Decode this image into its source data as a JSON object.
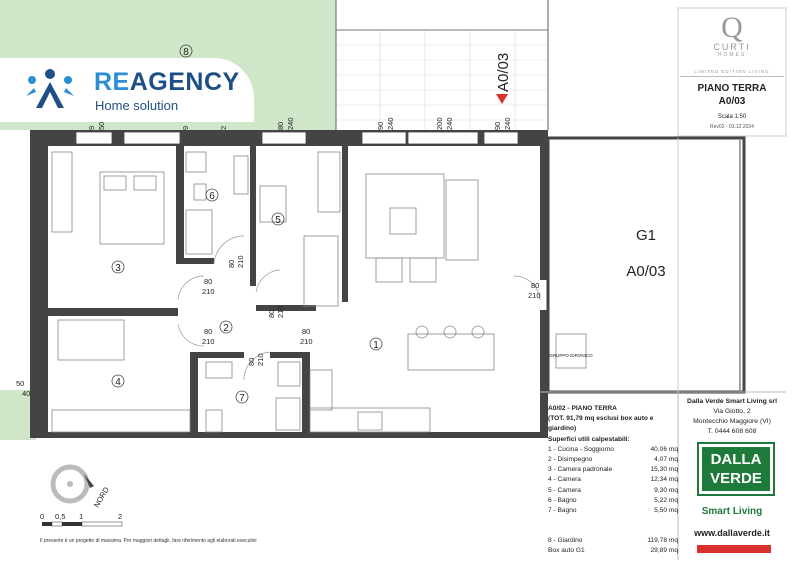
{
  "agency": {
    "brand_prefix": "RE",
    "brand_suffix": "AGENCY",
    "tagline": "Home solution"
  },
  "curti_logo": {
    "letter": "Q",
    "name": "CURTI",
    "sub": "HOMES",
    "caption": "LIMITED EDITION LIVING"
  },
  "title_block": {
    "floor": "PIANO TERRA",
    "unit": "A0/03",
    "scale": "Scala 1:50",
    "revision": "Rev02 - 03.12.2024"
  },
  "unit_arrow_label": "A0/03",
  "garage": {
    "name": "G1",
    "unit": "A0/03"
  },
  "rooms": [
    "1",
    "2",
    "3",
    "4",
    "5",
    "6",
    "7",
    "8"
  ],
  "fixture_label": "GRUPPO IDRONICO",
  "dimensions": {
    "top": [
      "9",
      "50",
      "9",
      "2",
      "80",
      "240",
      "90",
      "240",
      "200",
      "240",
      "90",
      "240"
    ],
    "doors": [
      "80",
      "210",
      "80",
      "210",
      "80",
      "210",
      "80",
      "210",
      "80",
      "210",
      "80",
      "210",
      "80",
      "210"
    ],
    "left": [
      "50",
      "40"
    ]
  },
  "legend": {
    "title": "A0/02 - PIANO TERRA",
    "total": "(TOT. 91,79 mq esclusi box auto e giardino)",
    "subtitle": "Superfici utili calpestabili:",
    "rows": [
      {
        "name": "1 - Cucina - Soggiorno",
        "value": "40,06 mq"
      },
      {
        "name": "2 - Disimpegno",
        "value": "4,07 mq"
      },
      {
        "name": "3 - Camera padronale",
        "value": "15,30 mq"
      },
      {
        "name": "4 - Camera",
        "value": "12,34 mq"
      },
      {
        "name": "5 - Camera",
        "value": "9,30 mq"
      },
      {
        "name": "6 - Bagno",
        "value": "5,22 mq"
      },
      {
        "name": "7 - Bagno",
        "value": "5,50 mq"
      }
    ],
    "extra": [
      {
        "name": "8 - Giardino",
        "value": "119,78 mq"
      },
      {
        "name": "Box auto G1",
        "value": "29,89 mq"
      }
    ]
  },
  "company": {
    "name": "Dalla Verde Smart Living srl",
    "street": "Via Giotto, 2",
    "city": "Montecchio Maggiore (VI)",
    "phone": "T. 0444 608 608",
    "logo_line1": "DALLA",
    "logo_line2": "VERDE",
    "smart": "Smart Living",
    "web": "www.dallaverde.it"
  },
  "compass": {
    "label": "NORD"
  },
  "scale_bar": {
    "ticks": [
      "0",
      "0,5",
      "1",
      "2"
    ]
  },
  "disclaimer": "Il presente è un progetto di massima. Per maggiori dettagli, fare riferimento agli elaborati esecutivi",
  "colors": {
    "garden": "#cfe6c9",
    "wall": "#444444",
    "brand_blue": "#1e4f86",
    "brand_green": "#1d7a3a",
    "accent_red": "#d9322e"
  }
}
